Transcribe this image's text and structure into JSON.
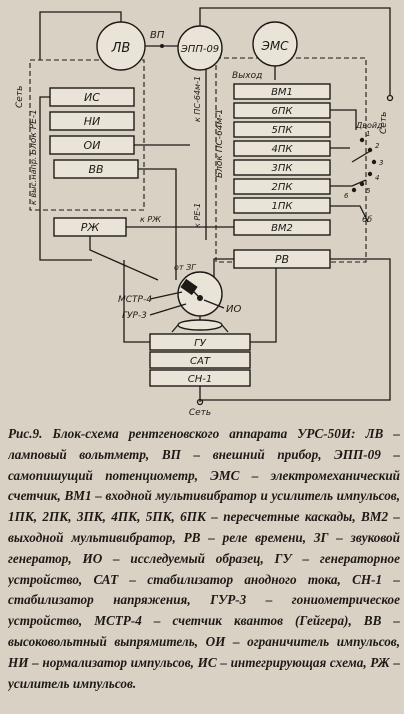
{
  "labels": {
    "lv": "ЛВ",
    "vp": "ВП",
    "epp": "ЭПП-09",
    "ems": "ЭМС",
    "vyhod": "Выход",
    "set_top": "Сеть",
    "set_right": "Сеть",
    "blok_re": "Блок РЕ-1",
    "blok_ps_top": "к ПС-64м-1",
    "blok_ps": "Блок ПС-64м-1",
    "k_re": "к РЕ-1",
    "k_vysnapr": "к выс.напр.",
    "is": "ИС",
    "ni": "НИ",
    "oi": "ОИ",
    "vv": "ВВ",
    "rzh": "РЖ",
    "k_rzh": "к РЖ",
    "vm1": "ВМ1",
    "pk6": "6ПК",
    "pk5": "5ПК",
    "pk4": "4ПК",
    "pk3": "3ПК",
    "pk2": "2ПК",
    "pk1": "1ПК",
    "vm2": "ВМ2",
    "rv": "РВ",
    "zg": "от ЗГ",
    "mstr": "МСТР-4",
    "gur": "ГУР-3",
    "io": "ИО",
    "gu": "ГУ",
    "sat": "САТ",
    "sn": "СН-1",
    "set_bottom": "Сеть",
    "sw1": "1",
    "sw2": "2",
    "sw3": "3",
    "sw4": "4",
    "sw5": "5",
    "sw6": "6",
    "sw_label": "Двойд",
    "b6": "6б"
  },
  "caption": "Рис.9. Блок-схема рентгеновского аппарата УРС-50И: ЛВ – ламповый вольтметр, ВП – внешний прибор, ЭПП-09 – самопишущий потенциометр, ЭМС – электромеханический счетчик, ВМ1 – входной мультивибратор и усилитель импульсов, 1ПК, 2ПК, 3ПК, 4ПК, 5ПК, 6ПК – пересчетные каскады, ВМ2 – выходной мультивибратор, РВ – реле времени, ЗГ – звуковой генератор, ИО – исследуемый образец, ГУ – генераторное устройство, САТ – стабилизатор анодного тока, СН-1 – стабилизатор напряжения, ГУР-3 – гониометрическое устройство, МСТР-4 – счетчик квантов (Гейгера), ВВ – высоковольтный выпрямитель, ОИ – ограничитель импульсов, НИ – нормализатор импульсов, ИС – интегрирующая схема, РЖ – усилитель импульсов."
}
